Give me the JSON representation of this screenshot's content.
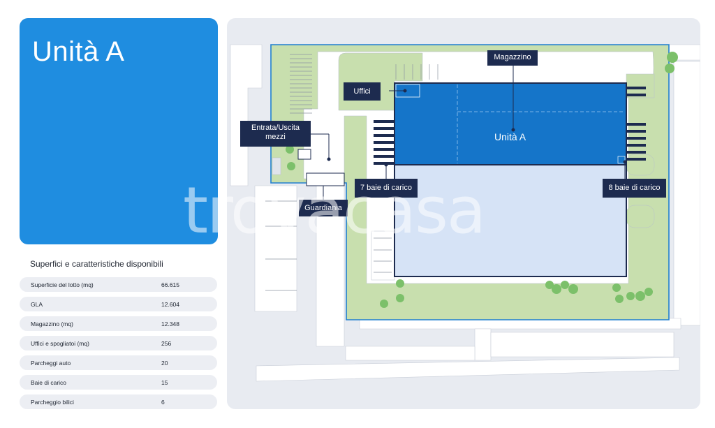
{
  "hero": {
    "title": "Unità A"
  },
  "specs": {
    "heading": "Superfici e caratteristiche disponibili",
    "rows": [
      {
        "label": "Superficie del lotto (mq)",
        "value": "66.615"
      },
      {
        "label": "GLA",
        "value": "12.604"
      },
      {
        "label": "Magazzino (mq)",
        "value": "12.348"
      },
      {
        "label": "Uffici e spogliatoi (mq)",
        "value": "256"
      },
      {
        "label": "Parcheggi auto",
        "value": "20"
      },
      {
        "label": "Baie di carico",
        "value": "15"
      },
      {
        "label": "Parcheggio bilici",
        "value": "6"
      }
    ]
  },
  "map": {
    "unit_label": "Unità A",
    "callouts": {
      "magazzino": "Magazzino",
      "uffici": "Uffici",
      "entrata": "Entrata/Uscita mezzi",
      "baie_left": "7 baie di carico",
      "baie_right": "8 baie di carico",
      "guardiania": "Guardiania"
    }
  },
  "watermark": "trovacasa",
  "colors": {
    "hero_blue": "#1f8de0",
    "callout_navy": "#1d2b4f",
    "warehouse_blue": "#1575c9",
    "warehouse_light": "#d6e3f6",
    "green": "#c9e0b0"
  }
}
